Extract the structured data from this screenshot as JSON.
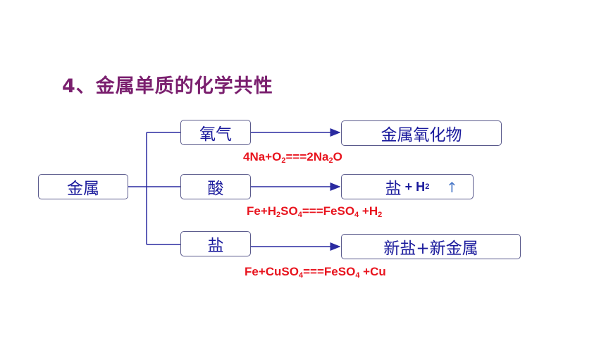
{
  "title": "4、金属单质的化学共性",
  "nodes": {
    "metal": "金属",
    "oxygen": "氧气",
    "acid": "酸",
    "salt": "盐",
    "metal_oxide": "金属氧化物",
    "salt_h2_prefix": "盐",
    "salt_h2_suffix": " + H",
    "h2_sub": "2",
    "up_arrow": "↑",
    "new_salt_metal": "新盐+新金属"
  },
  "equations": {
    "eq1": [
      "4Na+O",
      "2",
      "===2Na",
      "2",
      "O"
    ],
    "eq2": [
      "Fe+H",
      "2",
      "SO",
      "4",
      "===FeSO",
      "4",
      " +H",
      "2"
    ],
    "eq3": [
      "Fe+CuSO",
      "4",
      "===FeSO",
      "4",
      " +Cu"
    ]
  },
  "colors": {
    "title": "#7a1f6e",
    "node_text": "#1a1a9c",
    "equation": "#e8141e",
    "lines": "#2a2aa0"
  }
}
